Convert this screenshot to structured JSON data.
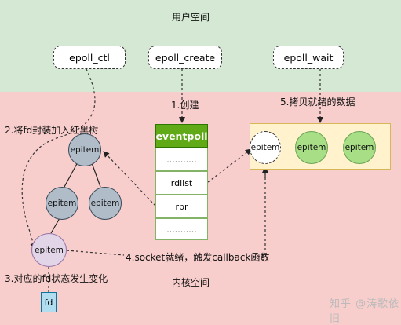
{
  "regions": {
    "user_space": "用户空间",
    "kernel_space": "内核空间"
  },
  "apis": {
    "ctl": "epoll_ctl",
    "create": "epoll_create",
    "wait": "epoll_wait"
  },
  "steps": {
    "create": "1.创建",
    "add": "2.将fd封装加入红黑树",
    "change": "3.对应的fd状态发生变化",
    "callback": "4.socket就绪，触发callback函数",
    "copy": "5.拷贝就绪的数据"
  },
  "eventpoll": {
    "title": "eventpoll",
    "rows": [
      "...........",
      "rdlist",
      "rbr",
      "..........."
    ]
  },
  "tree_nodes": {
    "label": "epitem"
  },
  "ready_list": [
    "epitem",
    "epitem",
    "epitem"
  ],
  "fd_label": "fd",
  "watermark": "知乎 @涛歌依旧",
  "colors": {
    "user_space_bg": "#d5e8d4",
    "kernel_space_bg": "#f8cecc",
    "eventpoll_header": "#60a917",
    "ready_list_bg": "#fff2cc",
    "ready_list_border": "#d6b656"
  }
}
